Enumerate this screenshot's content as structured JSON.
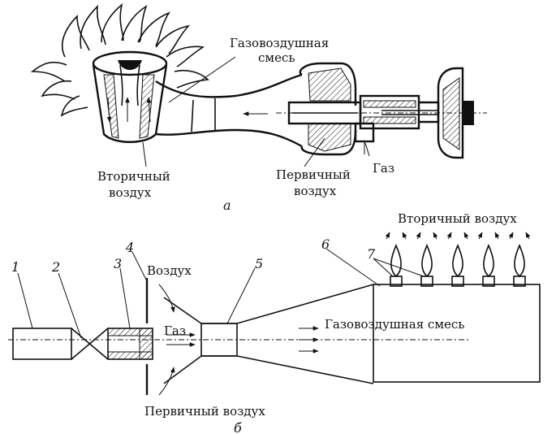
{
  "diagram_a": {
    "label_gas_air_mix_line1": "Газовоздушная",
    "label_gas_air_mix_line2": "смесь",
    "label_secondary_air_line1": "Вторичный",
    "label_secondary_air_line2": "воздух",
    "label_primary_air_line1": "Первичный",
    "label_primary_air_line2": "воздух",
    "label_gas": "Газ",
    "caption": "а"
  },
  "diagram_b": {
    "label_secondary_air": "Вторичный воздух",
    "label_air": "Воздух",
    "label_gas": "Газ",
    "label_gas_air_mix": "Газовоздушная смесь",
    "label_primary_air": "Первичный воздух",
    "num_1": "1",
    "num_2": "2",
    "num_3": "3",
    "num_4": "4",
    "num_5": "5",
    "num_6": "6",
    "num_7": "7",
    "caption": "б"
  },
  "colors": {
    "ink": "#111111",
    "background": "#ffffff"
  }
}
